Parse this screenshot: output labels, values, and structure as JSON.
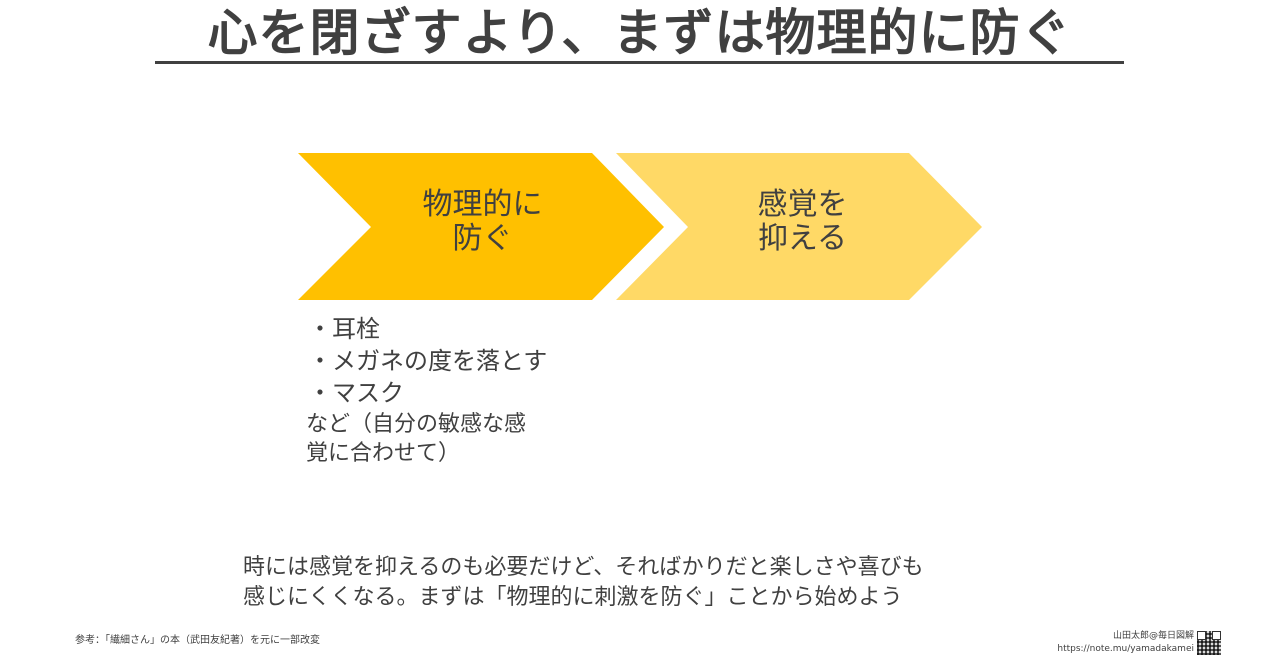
{
  "title": "心を閉ざすより、まずは物理的に防ぐ",
  "colors": {
    "chevron_primary": "#FFC000",
    "chevron_secondary": "#FFD966",
    "text": "#404040"
  },
  "chevrons": [
    {
      "line1": "物理的に",
      "line2": "防ぐ"
    },
    {
      "line1": "感覚を",
      "line2": "抑える"
    }
  ],
  "bullets": [
    "・耳栓",
    "・メガネの度を落とす",
    "・マスク"
  ],
  "note": {
    "line1": "など（自分の敏感な感",
    "line2": "覚に合わせて）"
  },
  "summary": {
    "line1": "時には感覚を抑えるのも必要だけど、そればかりだと楽しさや喜びも",
    "line2": "感じにくくなる。まずは「物理的に刺激を防ぐ」ことから始めよう"
  },
  "footer": {
    "reference": "参考：「繊細さん」の本（武田友紀著）を元に一部改変",
    "author": "山田太郎@毎日図解",
    "url": "https://note.mu/yamadakamei",
    "qr_icon": "qr-code-icon"
  }
}
